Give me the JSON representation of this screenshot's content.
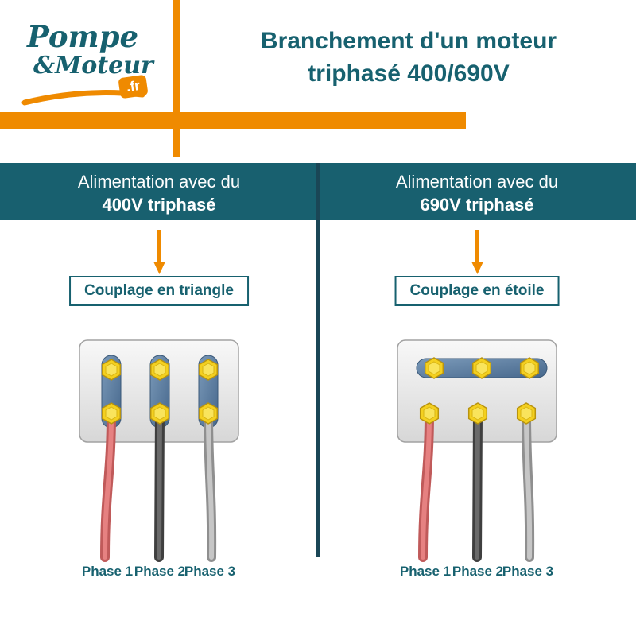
{
  "logo": {
    "pompe": "Pompe",
    "moteur": "&Moteur",
    "fr": ".fr"
  },
  "header": {
    "title_line1": "Branchement d'un moteur",
    "title_line2": "triphasé 400/690V"
  },
  "columns": [
    {
      "header_line1": "Alimentation avec du",
      "header_line2": "400V triphasé",
      "coupling_label": "Couplage en triangle",
      "coupling_type": "triangle",
      "phases": [
        "Phase 1",
        "Phase 2",
        "Phase 3"
      ]
    },
    {
      "header_line1": "Alimentation avec du",
      "header_line2": "690V triphasé",
      "coupling_label": "Couplage en étoile",
      "coupling_type": "étoile",
      "phases": [
        "Phase 1",
        "Phase 2",
        "Phase 3"
      ]
    }
  ],
  "colors": {
    "teal": "#17616F",
    "orange": "#EF8A00",
    "divider": "#1A4656",
    "nut_yellow": "#F4D01F",
    "busbar_blue": "#55779C",
    "wire_phase1": "#DD6F6F",
    "wire_phase2": "#4F4F4F",
    "wire_phase3": "#BDBDBD",
    "terminal_box": "#E9E9E9"
  }
}
